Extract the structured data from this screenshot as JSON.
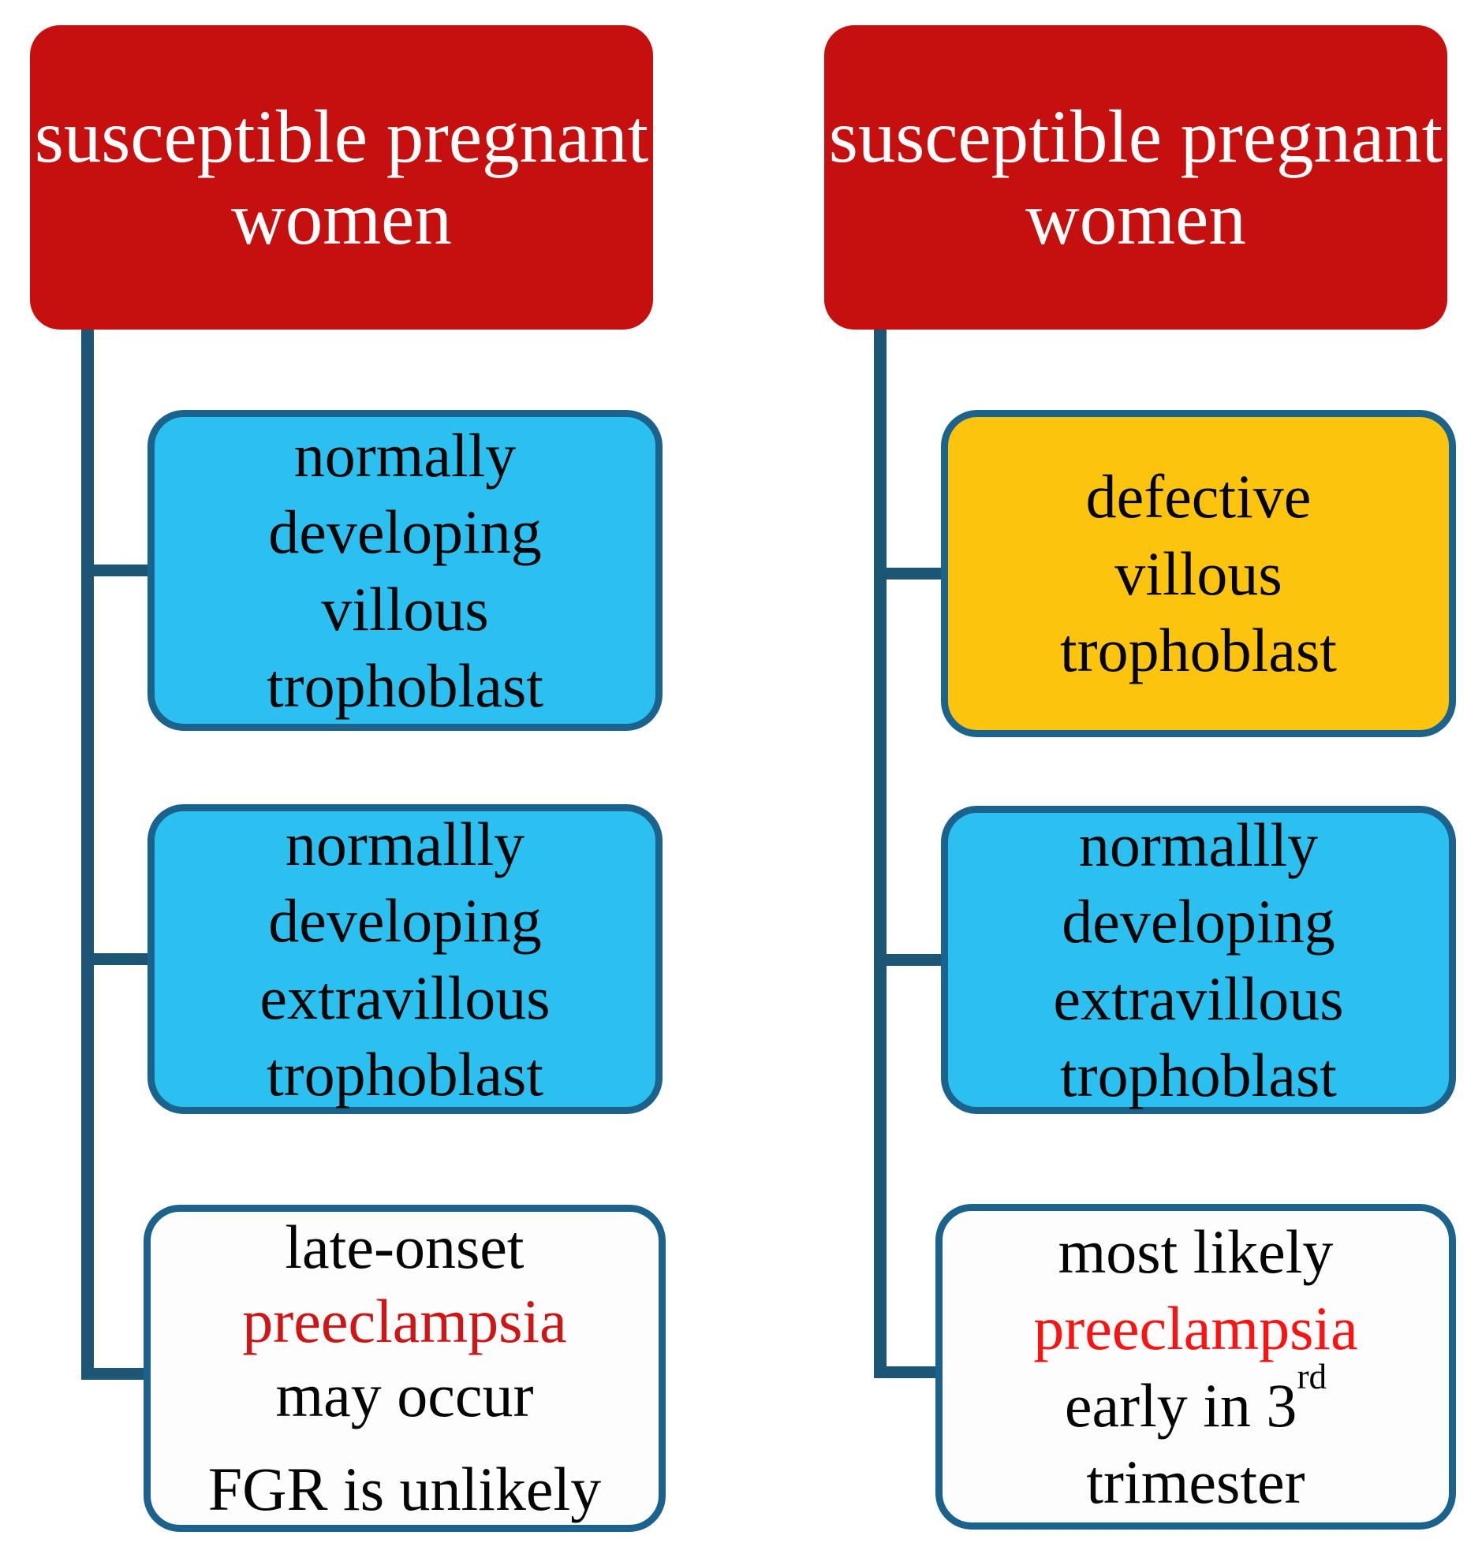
{
  "colors": {
    "header_bg": "#c61010",
    "header_text": "#ffffff",
    "cyan_bg": "#2bc0f0",
    "yellow_bg": "#fcc40d",
    "white_bg": "#fdfdfd",
    "box_border": "#1b628c",
    "connector": "#1d5575",
    "text": "#050505",
    "preeclampsia_left": "#cf1616",
    "preeclampsia_right": "#fb1212",
    "page_bg": "#ffffff"
  },
  "left": {
    "header": "susceptible pregnant women",
    "box1": {
      "lines": [
        "normally",
        "developing",
        "villous",
        "trophoblast"
      ]
    },
    "box2": {
      "lines": [
        "normallly",
        "developing",
        "extravillous",
        "trophoblast"
      ]
    },
    "box3": {
      "line1": "late-onset",
      "line2": "preeclampsia",
      "line3": "may occur",
      "line4": "FGR is unlikely"
    }
  },
  "right": {
    "header": "susceptible pregnant women",
    "box1": {
      "lines": [
        "defective",
        "villous",
        "trophoblast"
      ]
    },
    "box2": {
      "lines": [
        "normallly",
        "developing",
        "extravillous",
        "trophoblast"
      ]
    },
    "box3": {
      "line1": "most likely",
      "line2": "preeclampsia",
      "line3_pre": "early in 3",
      "line3_sup": "rd",
      "line4": "trimester"
    }
  }
}
